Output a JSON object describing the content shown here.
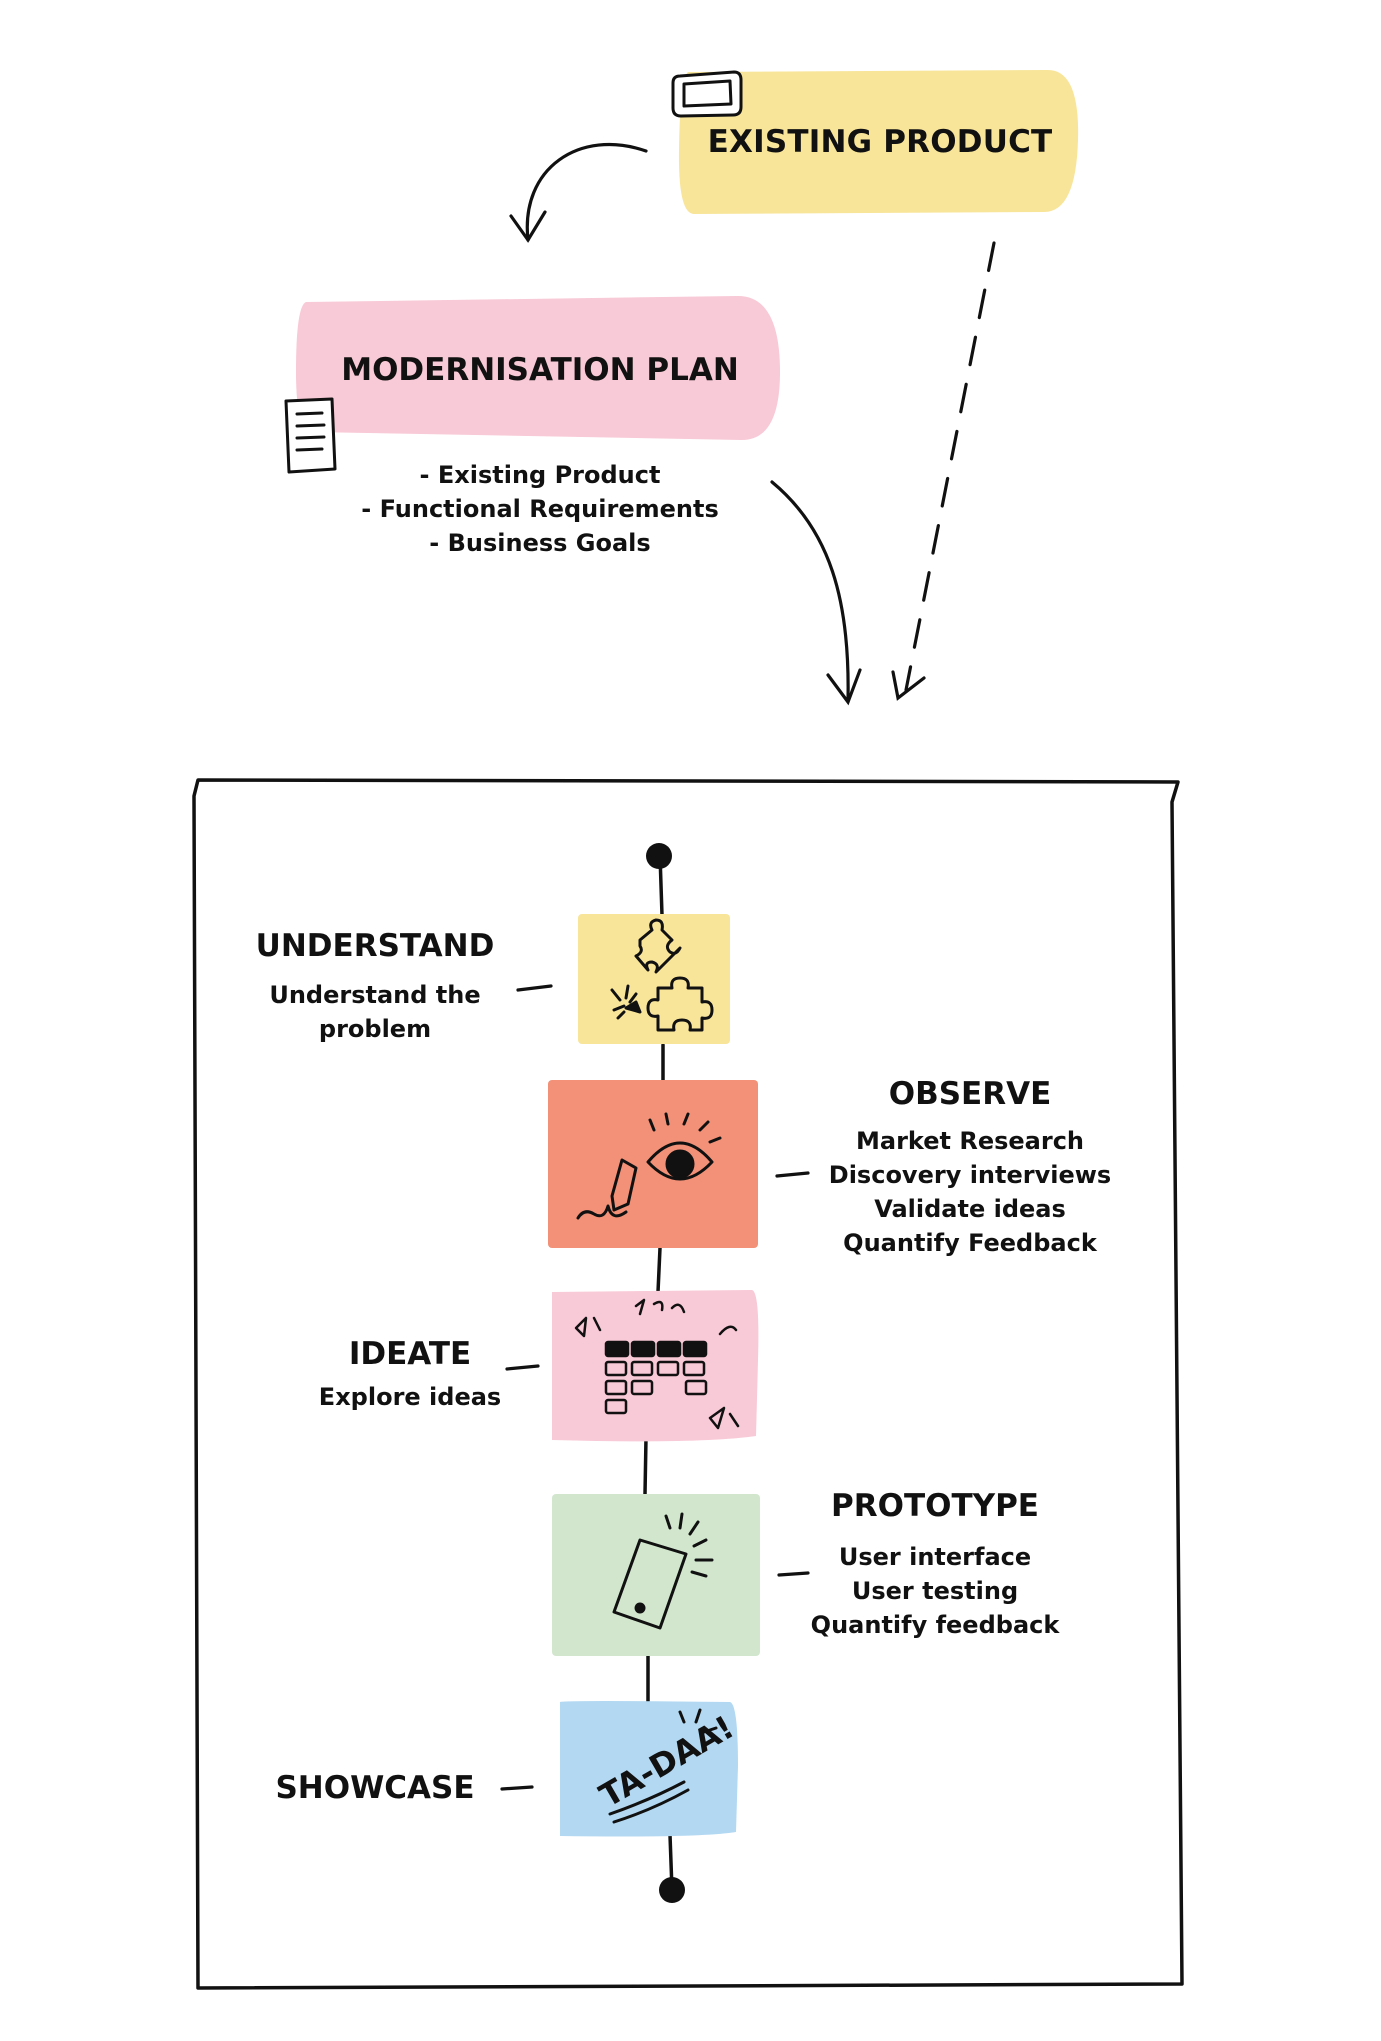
{
  "existing_product": {
    "title": "EXISTING PRODUCT",
    "color": "#f8e59a"
  },
  "modernisation_plan": {
    "title": "MODERNISATION PLAN",
    "color": "#f8c9d6",
    "inputs": [
      "- Existing Product",
      "- Functional Requirements",
      "- Business Goals"
    ]
  },
  "stages": [
    {
      "title": "UNDERSTAND",
      "lines": [
        "Understand the",
        "problem"
      ],
      "color": "#f8e59a",
      "icon": "puzzle-icon"
    },
    {
      "title": "OBSERVE",
      "lines": [
        "Market Research",
        "Discovery interviews",
        "Validate ideas",
        "Quantify Feedback"
      ],
      "color": "#f29177",
      "icon": "eye-icon"
    },
    {
      "title": "IDEATE",
      "lines": [
        "Explore ideas"
      ],
      "color": "#f8c9d6",
      "icon": "sticky-notes-icon"
    },
    {
      "title": "PROTOTYPE",
      "lines": [
        "User interface",
        "User testing",
        "Quantify feedback"
      ],
      "color": "#d2e6ce",
      "icon": "phone-icon"
    },
    {
      "title": "SHOWCASE",
      "lines": [],
      "color": "#b3d8f2",
      "icon": "ta-daa-icon",
      "card_text": "TA-DAA!"
    }
  ]
}
